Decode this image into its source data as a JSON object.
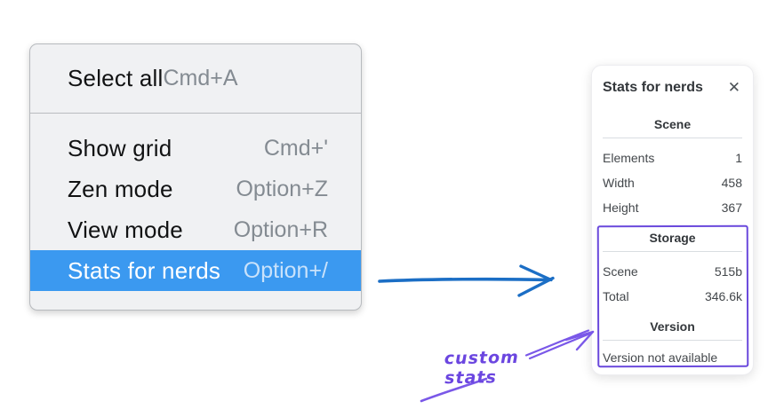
{
  "menu": {
    "items_top": [
      {
        "label": "Select all",
        "shortcut": "Cmd+A"
      }
    ],
    "items_bottom": [
      {
        "label": "Show grid",
        "shortcut": "Cmd+'"
      },
      {
        "label": "Zen mode",
        "shortcut": "Option+Z"
      },
      {
        "label": "View mode",
        "shortcut": "Option+R"
      },
      {
        "label": "Stats for nerds",
        "shortcut": "Option+/",
        "highlighted": true
      }
    ]
  },
  "panel": {
    "title": "Stats for nerds",
    "close_glyph": "✕",
    "sections": [
      {
        "heading": "Scene",
        "rows": [
          {
            "label": "Elements",
            "value": "1"
          },
          {
            "label": "Width",
            "value": "458"
          },
          {
            "label": "Height",
            "value": "367"
          }
        ]
      },
      {
        "heading": "Storage",
        "rows": [
          {
            "label": "Scene",
            "value": "515b"
          },
          {
            "label": "Total",
            "value": "346.6k"
          }
        ]
      },
      {
        "heading": "Version",
        "note": "Version not available"
      }
    ]
  },
  "annotation": {
    "label": "custom stats"
  },
  "colors": {
    "menu_highlight": "#3b99f0",
    "menu_background": "#f0f1f3",
    "shortcut_gray": "#848b92",
    "flow_arrow_blue": "#1b6ec5",
    "annotation_purple": "#6a49dc"
  }
}
